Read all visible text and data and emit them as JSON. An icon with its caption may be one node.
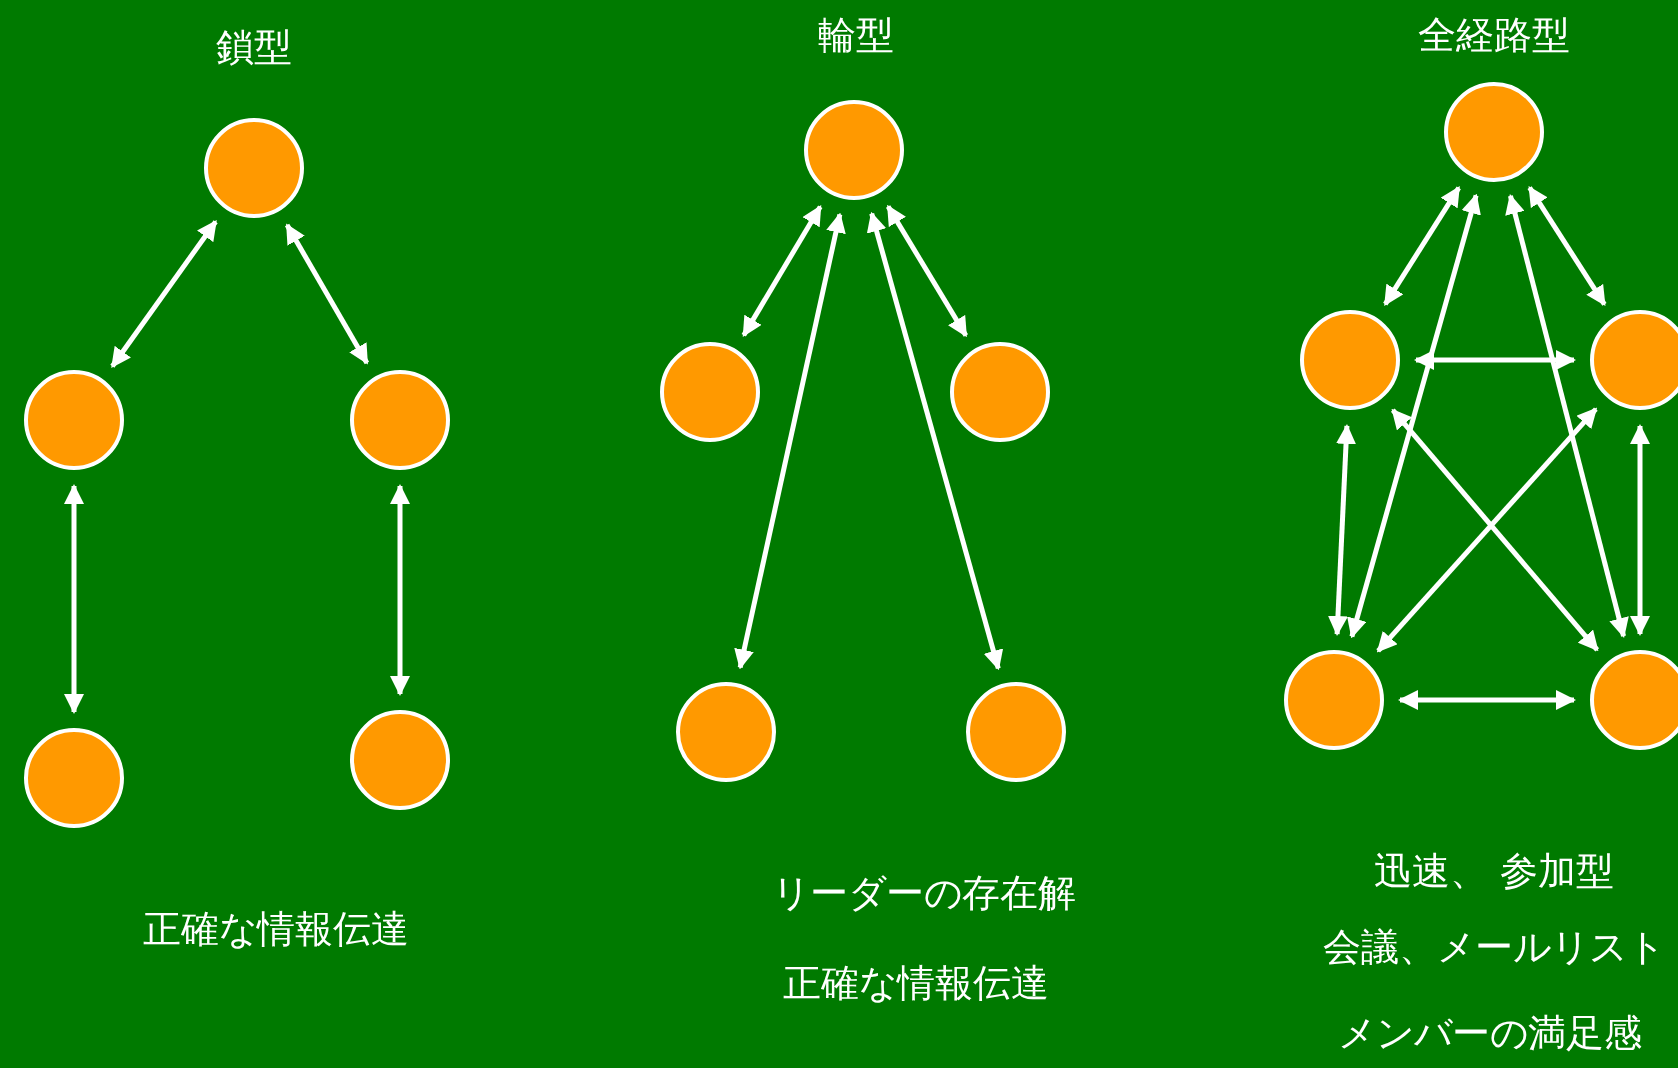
{
  "diagram": {
    "nodes": [
      {
        "text": [],
        "shape": "circle"
      },
      {
        "text": [],
        "shape": "circle"
      },
      {
        "text": [],
        "shape": "circle"
      },
      {
        "text": [],
        "shape": "circle"
      },
      {
        "text": [],
        "shape": "circle"
      },
      {
        "text": [],
        "shape": "circle"
      },
      {
        "text": [],
        "shape": "circle"
      },
      {
        "text": [],
        "shape": "circle"
      },
      {
        "text": [],
        "shape": "circle"
      },
      {
        "text": [],
        "shape": "circle"
      },
      {
        "text": [],
        "shape": "circle"
      },
      {
        "text": [],
        "shape": "circle"
      },
      {
        "text": [],
        "shape": "circle"
      },
      {
        "text": [],
        "shape": "circle"
      },
      {
        "text": [],
        "shape": "circle"
      }
    ],
    "edges": [
      {
        "from": 0,
        "to": 1,
        "arrow": "both"
      },
      {
        "from": 0,
        "to": 2,
        "arrow": "both"
      },
      {
        "from": 1,
        "to": 3,
        "arrow": "both"
      },
      {
        "from": 2,
        "to": 4,
        "arrow": "both"
      },
      {
        "from": 5,
        "to": 6,
        "arrow": "both"
      },
      {
        "from": 5,
        "to": 7,
        "arrow": "both"
      },
      {
        "from": 5,
        "to": 8,
        "arrow": "both"
      },
      {
        "from": 5,
        "to": 9,
        "arrow": "both"
      },
      {
        "from": 10,
        "to": 11,
        "arrow": "both"
      },
      {
        "from": 10,
        "to": 12,
        "arrow": "both"
      },
      {
        "from": 10,
        "to": 13,
        "arrow": "both"
      },
      {
        "from": 10,
        "to": 14,
        "arrow": "both"
      },
      {
        "from": 11,
        "to": 12,
        "arrow": "both"
      },
      {
        "from": 11,
        "to": 13,
        "arrow": "both"
      },
      {
        "from": 11,
        "to": 14,
        "arrow": "both"
      },
      {
        "from": 12,
        "to": 13,
        "arrow": "both"
      },
      {
        "from": 12,
        "to": 14,
        "arrow": "both"
      },
      {
        "from": 13,
        "to": 14,
        "arrow": "both"
      }
    ],
    "labels": [
      "鎖型",
      "輪型",
      "全経路型",
      "正確な情報伝達",
      "リーダーの存在解",
      "正確な情報伝達",
      "迅速、 参加型",
      "会議、メールリスト",
      "メンバーの満足感"
    ]
  }
}
